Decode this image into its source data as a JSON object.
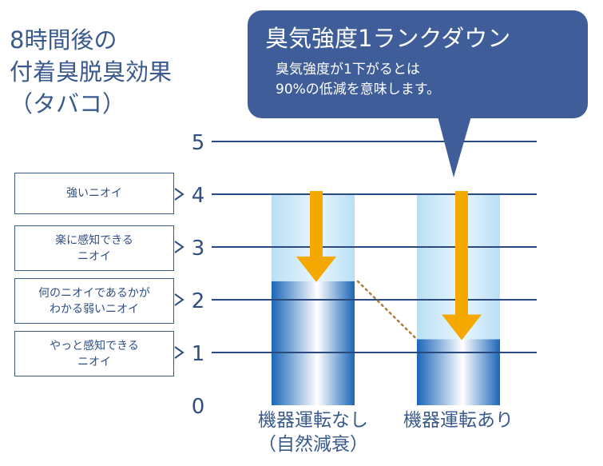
{
  "title_lines": [
    "8時間後の",
    "付着臭脱臭効果",
    "（タバコ）"
  ],
  "callout": {
    "headline": "臭気強度1ランクダウン",
    "body_lines": [
      "臭気強度が1下がるとは",
      "90%の低減を意味します。"
    ]
  },
  "scale_labels": [
    {
      "level": 4,
      "lines": [
        "強いニオイ"
      ]
    },
    {
      "level": 3,
      "lines": [
        "楽に感知できる",
        "ニオイ"
      ]
    },
    {
      "level": 2,
      "lines": [
        "何のニオイであるかが",
        "わかる弱いニオイ"
      ]
    },
    {
      "level": 1,
      "lines": [
        "やっと感知できる",
        "ニオイ"
      ]
    }
  ],
  "chart_data": {
    "type": "bar",
    "categories": [
      "機器運転なし\n（自然減衰）",
      "機器運転あり"
    ],
    "category_lines": [
      [
        "機器運転なし",
        "（自然減衰）"
      ],
      [
        "機器運転あり"
      ]
    ],
    "initial_level": 4,
    "values": [
      2.35,
      1.25
    ],
    "yticks": [
      0,
      1,
      2,
      3,
      4,
      5
    ],
    "ylim": [
      0,
      5
    ],
    "grid": true,
    "colors": {
      "bar_fill": "#1f6fbf",
      "bar_reduced": "#bfe3f7",
      "arrow": "#f5a800",
      "grid": "#2a4a7f",
      "connector": "#b07a3a",
      "callout": "#3f5e99"
    }
  }
}
